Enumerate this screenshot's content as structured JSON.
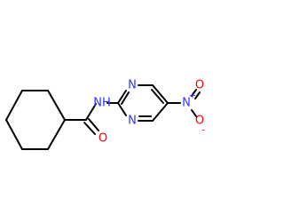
{
  "molecule": {
    "atoms": {
      "amide_n": "NH",
      "ring_n_top": "N",
      "ring_n_bottom": "N",
      "carbonyl_o": "O",
      "nitro_n": "N",
      "nitro_n_charge": "+",
      "nitro_o_top": "O",
      "nitro_o_bottom": "O",
      "nitro_o_bottom_charge": "-"
    },
    "colors": {
      "bond": "#000000",
      "nitrogen": "#3333ff",
      "oxygen": "#ff0000"
    }
  }
}
